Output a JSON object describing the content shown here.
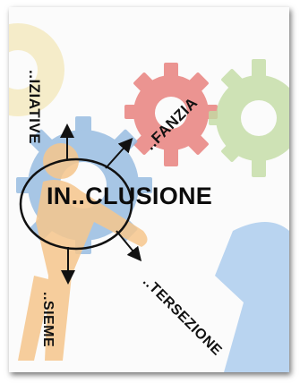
{
  "slide": {
    "center_word": "IN..CLUSIONE",
    "branches": [
      {
        "label": "..IZIATIVE"
      },
      {
        "label": "..FANZIA"
      },
      {
        "label": "..TERSEZIONE"
      },
      {
        "label": "..SIEME"
      }
    ]
  },
  "colors": {
    "gear_blue": "#8fb6df",
    "gear_red": "#e8827e",
    "gear_green": "#bfdba0",
    "gear_yellow": "#f2e6b0",
    "figure_orange": "#f5c48a",
    "figure_blue": "#9ec3ea",
    "text": "#111111"
  },
  "icons": {
    "blue_gear": "gear-icon",
    "red_gear": "gear-icon",
    "green_gear": "gear-icon",
    "yellow_gear": "gear-icon",
    "figure": "person-figure-icon",
    "arrows": "arrow-icon"
  }
}
